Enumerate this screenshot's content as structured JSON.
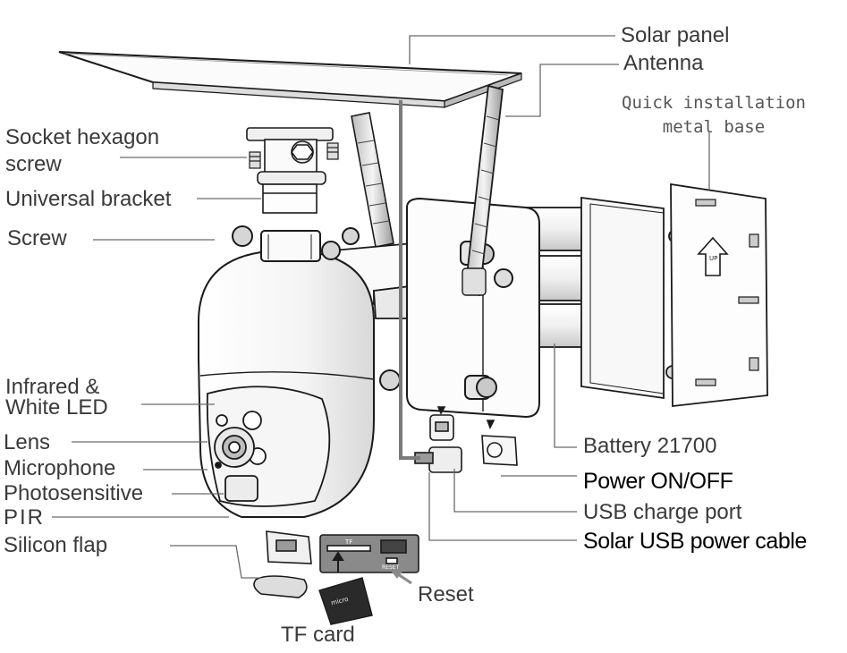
{
  "labels": {
    "solar_panel": "Solar panel",
    "antenna": "Antenna",
    "quick_install_line1": "Quick installation",
    "quick_install_line2": "metal base",
    "socket_hex_line1": "Socket hexagon",
    "socket_hex_line2": "screw",
    "universal_bracket": "Universal bracket",
    "screw": "Screw",
    "infrared_line1": "Infrared &",
    "infrared_line2": "White LED",
    "lens": "Lens",
    "microphone": "Microphone",
    "photosensitive": "Photosensitive",
    "pir": "PIR",
    "silicon_flap": "Silicon flap",
    "battery": "Battery 21700",
    "power": "Power ON/OFF",
    "usb_charge": "USB charge port",
    "solar_usb": "Solar USB power cable",
    "reset": "Reset",
    "tf_card": "TF card"
  },
  "markings": {
    "up_arrow": "UP",
    "slot_tf": "TF",
    "slot_reset": "RESET",
    "card_text": "micro"
  },
  "colors": {
    "line": "#1a1a1a",
    "leader": "#6a6a6a",
    "cable": "#7a7a7a",
    "panel_gray": "#8a8a8a"
  }
}
